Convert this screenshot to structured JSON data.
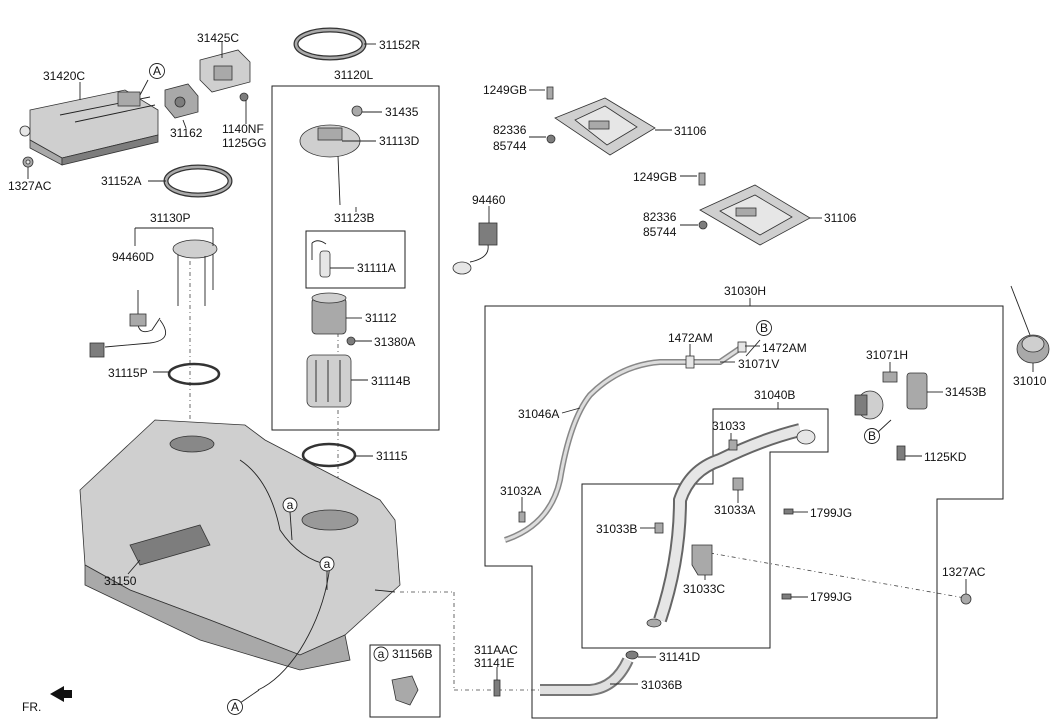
{
  "labels": {
    "p31152R": "31152R",
    "p31425C": "31425C",
    "p31420C": "31420C",
    "p31120L": "31120L",
    "p31435": "31435",
    "p31162": "31162",
    "p1140NF": "1140NF",
    "p1125GG": "1125GG",
    "p31113D": "31113D",
    "p1327AC_a": "1327AC",
    "p31152A": "31152A",
    "p31123B": "31123B",
    "p31130P": "31130P",
    "p94460D": "94460D",
    "p31111A": "31111A",
    "p31112": "31112",
    "p31380A": "31380A",
    "p31115P": "31115P",
    "p31114B": "31114B",
    "p31115": "31115",
    "p31150": "31150",
    "p1249GB_a": "1249GB",
    "p82336_a": "82336",
    "p85744_a": "85744",
    "p31106_a": "31106",
    "p1249GB_b": "1249GB",
    "p82336_b": "82336",
    "p85744_b": "85744",
    "p31106_b": "31106",
    "p94460": "94460",
    "p31030H": "31030H",
    "p1472AM_a": "1472AM",
    "p1472AM_b": "1472AM",
    "p31071V": "31071V",
    "p31071H": "31071H",
    "p31453B": "31453B",
    "p31010": "31010",
    "p31046A": "31046A",
    "p31040B": "31040B",
    "p31033": "31033",
    "p31032A": "31032A",
    "p31033A": "31033A",
    "p31033B": "31033B",
    "p1799JG_a": "1799JG",
    "p1125KD": "1125KD",
    "p31033C": "31033C",
    "p1327AC_b": "1327AC",
    "p1799JG_b": "1799JG",
    "p311AAC": "311AAC",
    "p31141E": "31141E",
    "p31141D": "31141D",
    "p31036B": "31036B",
    "p31156B": "31156B",
    "fr": "FR."
  },
  "callouts": {
    "A": "A",
    "B": "B",
    "a": "a"
  }
}
